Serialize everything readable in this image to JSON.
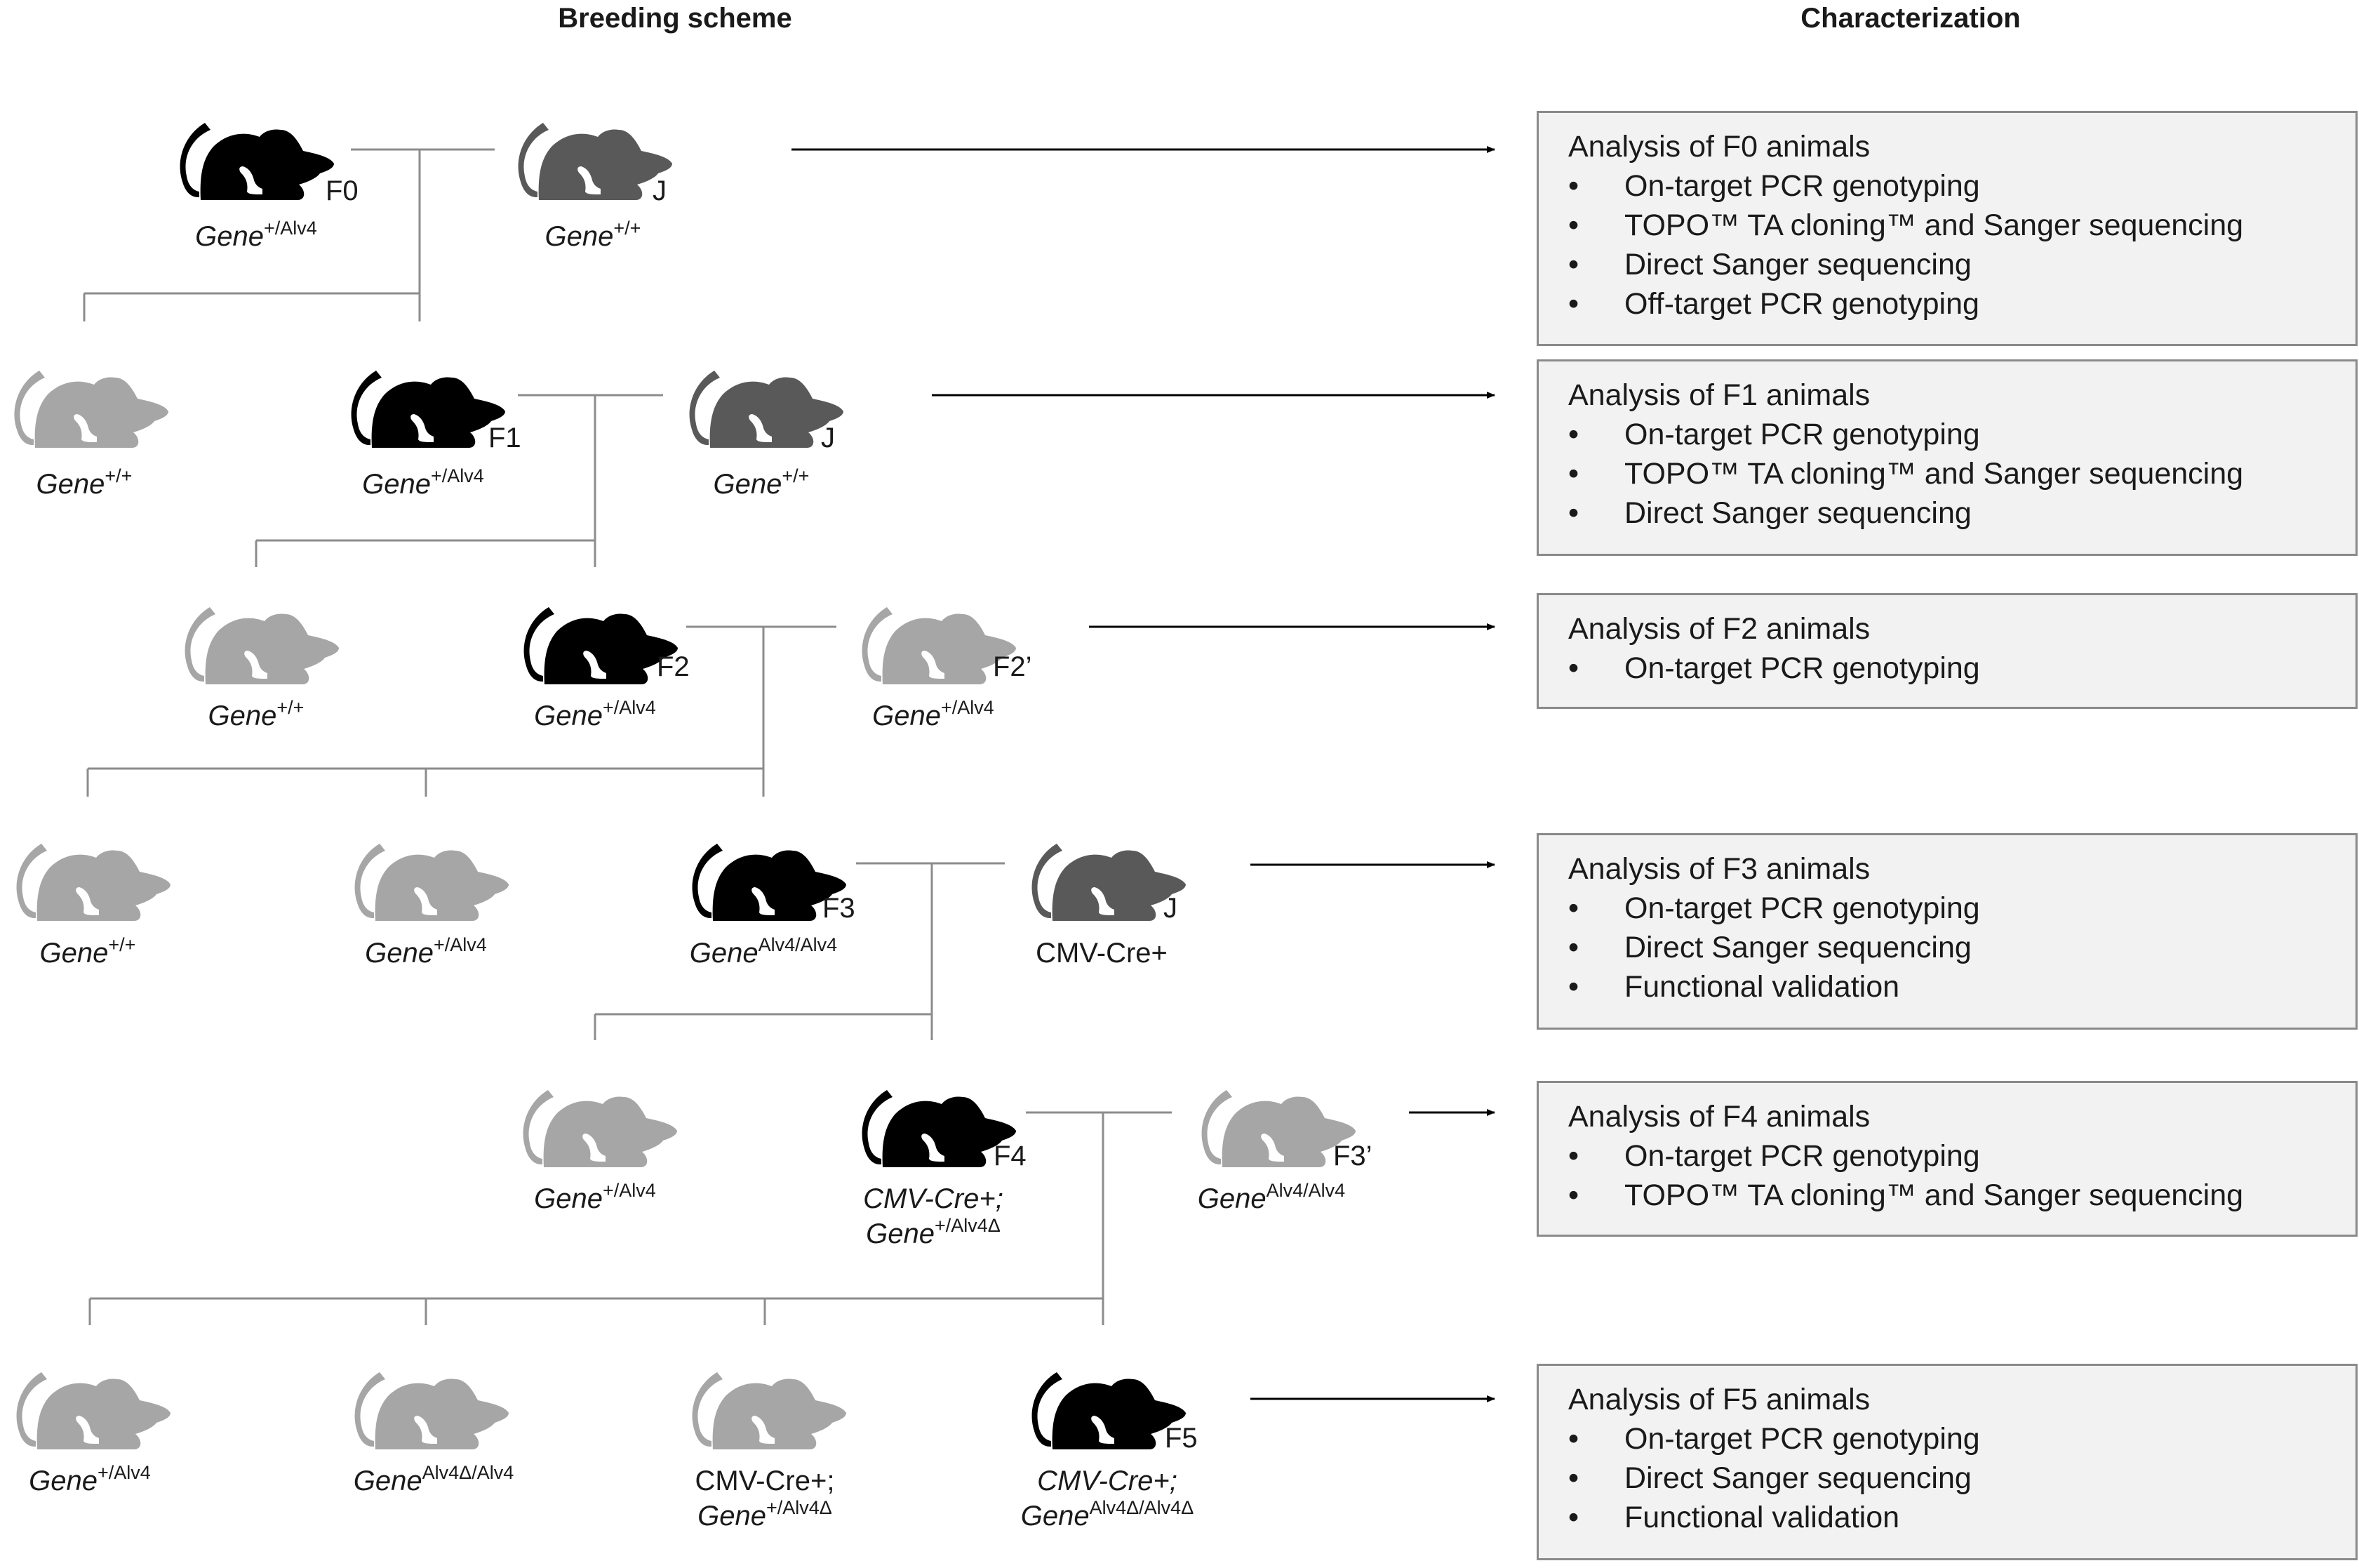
{
  "headings": {
    "breeding": "Breeding scheme",
    "characterization": "Characterization"
  },
  "colors": {
    "founder": "#000000",
    "partner": "#595959",
    "sibling": "#a6a6a6",
    "line": "#8c8c8c"
  },
  "animals": {
    "f0": {
      "gen": "F0",
      "gene": "Gene",
      "sup": "+/Alv4"
    },
    "j0": {
      "gen": "J",
      "gene": "Gene",
      "sup": "+/+"
    },
    "s1a": {
      "gene": "Gene",
      "sup": "+/+"
    },
    "f1": {
      "gen": "F1",
      "gene": "Gene",
      "sup": "+/Alv4"
    },
    "j1": {
      "gen": "J",
      "gene": "Gene",
      "sup": "+/+"
    },
    "s2a": {
      "gene": "Gene",
      "sup": "+/+"
    },
    "f2": {
      "gen": "F2",
      "gene": "Gene",
      "sup": "+/Alv4"
    },
    "f2p": {
      "gen": "F2’",
      "gene": "Gene",
      "sup": "+/Alv4"
    },
    "s3a": {
      "gene": "Gene",
      "sup": "+/+"
    },
    "s3b": {
      "gene": "Gene",
      "sup": "+/Alv4"
    },
    "f3": {
      "gen": "F3",
      "gene": "Gene",
      "sup": "Alv4/Alv4"
    },
    "j3": {
      "gen": "J",
      "text": "CMV-Cre+"
    },
    "s4a": {
      "gene": "Gene",
      "sup": "+/Alv4"
    },
    "f4": {
      "gen": "F4",
      "prefix": "CMV-Cre+;",
      "gene": "Gene",
      "sup": "+/Alv4Δ"
    },
    "f3p": {
      "gen": "F3’",
      "gene": "Gene",
      "sup": "Alv4/Alv4"
    },
    "s5a": {
      "gene": "Gene",
      "sup": "+/Alv4"
    },
    "s5b": {
      "gene": "Gene",
      "sup": "Alv4Δ/Alv4"
    },
    "s5c": {
      "prefix": "CMV-Cre+;",
      "gene": "Gene",
      "sup": "+/Alv4Δ"
    },
    "f5": {
      "gen": "F5",
      "prefix": "CMV-Cre+;",
      "gene": "Gene",
      "sup": "Alv4Δ/Alv4Δ"
    }
  },
  "analyses": [
    {
      "title": "Analysis of F0 animals",
      "items": [
        "On-target PCR genotyping",
        "TOPO™ TA cloning™ and Sanger sequencing",
        "Direct Sanger sequencing",
        "Off-target PCR genotyping"
      ]
    },
    {
      "title": "Analysis of F1 animals",
      "items": [
        "On-target PCR genotyping",
        "TOPO™ TA cloning™ and Sanger sequencing",
        "Direct Sanger sequencing"
      ]
    },
    {
      "title": "Analysis of F2 animals",
      "items": [
        "On-target PCR genotyping"
      ]
    },
    {
      "title": "Analysis of F3 animals",
      "items": [
        "On-target PCR genotyping",
        "Direct Sanger sequencing",
        "Functional validation"
      ]
    },
    {
      "title": "Analysis of F4 animals",
      "items": [
        "On-target PCR genotyping",
        "TOPO™ TA cloning™ and Sanger sequencing"
      ]
    },
    {
      "title": "Analysis of F5 animals",
      "items": [
        "On-target PCR genotyping",
        "Direct Sanger sequencing",
        "Functional validation"
      ]
    }
  ]
}
